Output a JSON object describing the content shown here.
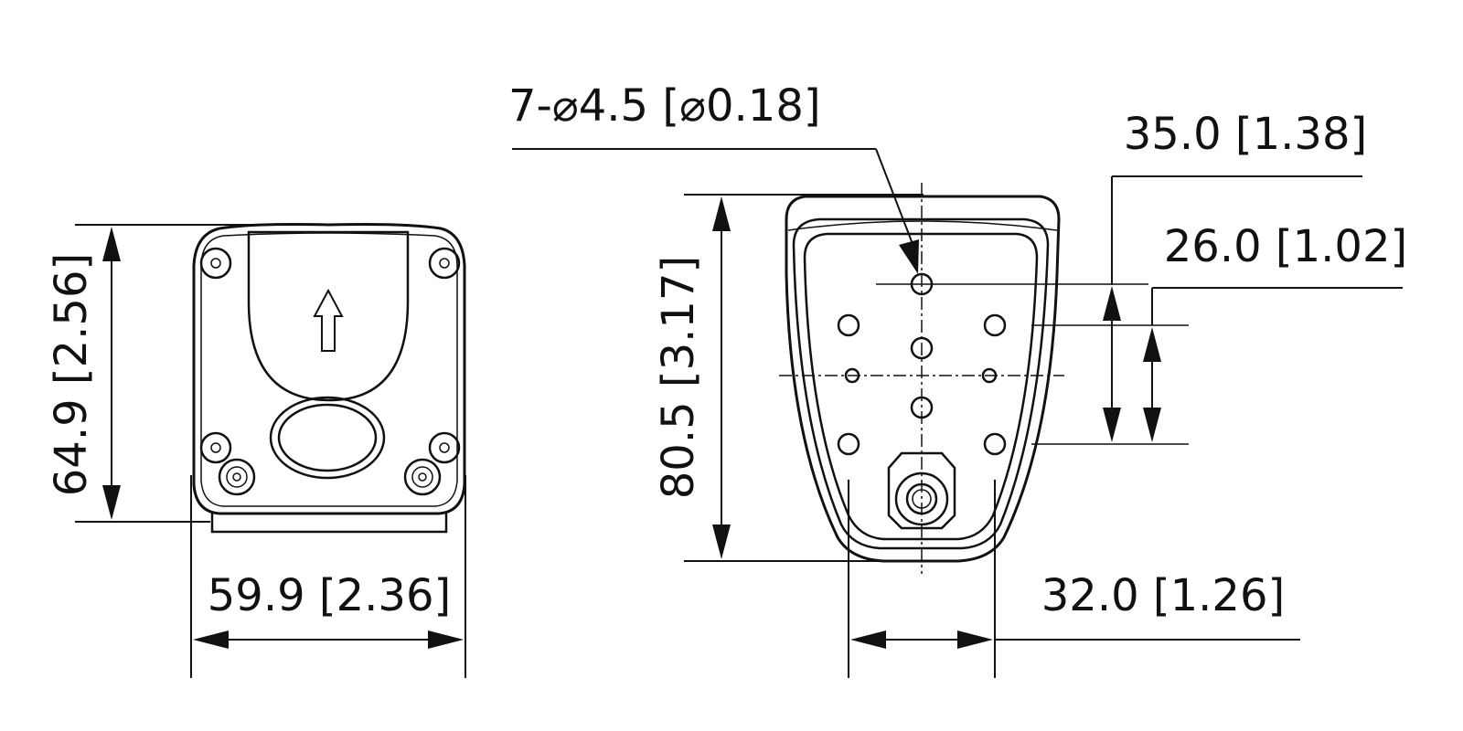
{
  "dimensions": {
    "height_left": "64.9 [2.56]",
    "width_left": "59.9 [2.36]",
    "height_right": "80.5 [3.17]",
    "hole_callout": "7-⌀4.5 [⌀0.18]",
    "spacing_35": "35.0 [1.38]",
    "spacing_26": "26.0 [1.02]",
    "spacing_32": "32.0 [1.26]"
  },
  "colors": {
    "line": "#111111",
    "background": "#ffffff"
  },
  "icons": {
    "front_arrow": "up-arrow-icon",
    "screws": "torx-screw-icon"
  }
}
